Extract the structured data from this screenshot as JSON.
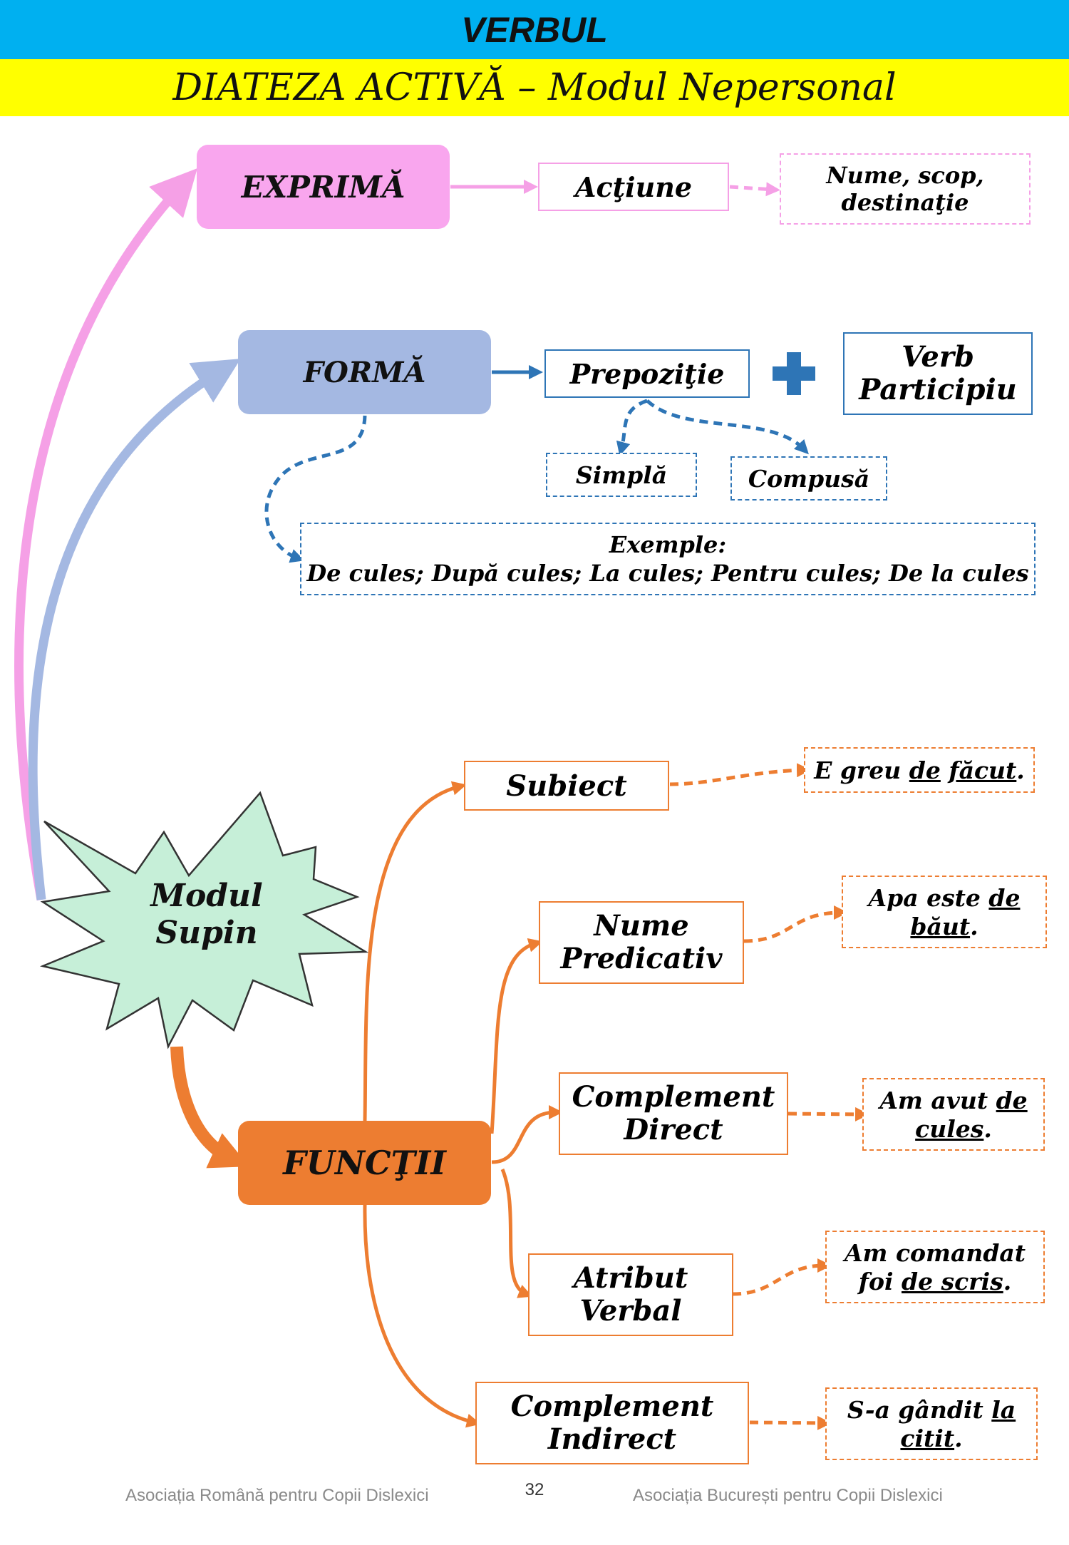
{
  "header": {
    "title": "VERBUL",
    "subtitle": "DIATEZA ACTIVĂ – Modul Nepersonal"
  },
  "center_node": {
    "label_line1": "Modul",
    "label_line2": "Supin"
  },
  "exprima": {
    "label": "EXPRIMĂ",
    "actiune": "Acţiune",
    "detail_line1": "Nume, scop,",
    "detail_line2": "destinaţie"
  },
  "forma": {
    "label": "FORMĂ",
    "prepozitie": "Prepoziţie",
    "verb_line1": "Verb",
    "verb_line2": "Participiu",
    "simpla": "Simplă",
    "compusa": "Compusă",
    "examples_title": "Exemple:",
    "examples_text": "De cules; După cules; La cules; Pentru cules; De la cules"
  },
  "functii": {
    "label": "FUNCŢII",
    "items": [
      {
        "line1": "Subiect",
        "line2": "",
        "ex_pre": "E greu ",
        "ex_u1": "de",
        "ex_mid": " ",
        "ex_u2": "făcut",
        "ex_post": "."
      },
      {
        "line1": "Nume",
        "line2": "Predicativ",
        "ex_pre": "Apa este ",
        "ex_u1": "de",
        "ex_mid": " ",
        "ex_u2": "băut",
        "ex_post": "."
      },
      {
        "line1": "Complement",
        "line2": "Direct",
        "ex_pre": "Am avut ",
        "ex_u1": "de",
        "ex_mid": " ",
        "ex_u2": "cules",
        "ex_post": "."
      },
      {
        "line1": "Atribut",
        "line2": "Verbal",
        "ex_pre": "Am comandat foi ",
        "ex_u1": "de scris",
        "ex_mid": "",
        "ex_u2": "",
        "ex_post": "."
      },
      {
        "line1": "Complement",
        "line2": "Indirect",
        "ex_pre": "S-a gândit ",
        "ex_u1": "la",
        "ex_mid": " ",
        "ex_u2": "citit",
        "ex_post": "."
      }
    ]
  },
  "footer": {
    "left": "Asociația Română pentru Copii Dislexici",
    "page": "32",
    "right": "Asociația București pentru Copii Dislexici"
  },
  "colors": {
    "header_blue": "#00b0f0",
    "header_yellow": "#ffff00",
    "pink": "#f9a6ee",
    "blue": "#a4b8e2",
    "dark_blue": "#2e75b6",
    "orange": "#ed7d31",
    "star_green": "#c6efd8"
  }
}
